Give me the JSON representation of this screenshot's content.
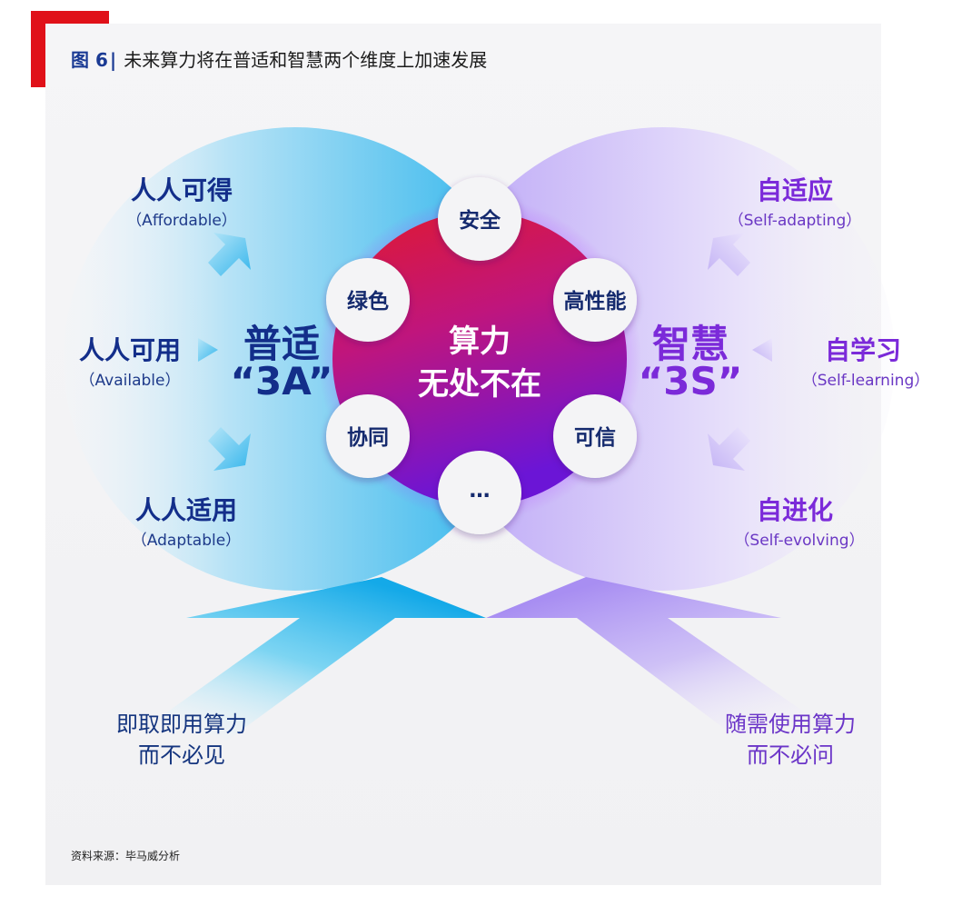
{
  "title": {
    "figure_label": "图 6",
    "separator": "|",
    "text": "未来算力将在普适和智慧两个维度上加速发展"
  },
  "center": {
    "line1": "算力",
    "line2": "无处不在"
  },
  "nodes": [
    {
      "key": "safety",
      "label": "安全"
    },
    {
      "key": "green",
      "label": "绿色"
    },
    {
      "key": "performance",
      "label": "高性能"
    },
    {
      "key": "collaboration",
      "label": "协同"
    },
    {
      "key": "trusted",
      "label": "可信"
    },
    {
      "key": "more",
      "label": "…"
    }
  ],
  "left": {
    "heading_line1": "普适",
    "heading_line2": "“3A”",
    "items": [
      {
        "zh": "人人可得",
        "en": "（Affordable）"
      },
      {
        "zh": "人人可用",
        "en": "（Available）"
      },
      {
        "zh": "人人适用",
        "en": "（Adaptable）"
      }
    ],
    "bottom_line1": "即取即用算力",
    "bottom_line2": "而不必见"
  },
  "right": {
    "heading_line1": "智慧",
    "heading_line2": "“3S”",
    "items": [
      {
        "zh": "自适应",
        "en": "（Self-adapting）"
      },
      {
        "zh": "自学习",
        "en": "（Self-learning）"
      },
      {
        "zh": "自进化",
        "en": "（Self-evolving）"
      }
    ],
    "bottom_line1": "随需使用算力",
    "bottom_line2": "而不必问"
  },
  "source": "资料来源：毕马威分析",
  "colors": {
    "accent_red": "#e01119",
    "title_blue": "#1a3a94",
    "left_blue": "#132e8a",
    "right_purple": "#7b2ad9",
    "center_magenta": "#c4177f",
    "center_violet": "#6b15d6"
  }
}
